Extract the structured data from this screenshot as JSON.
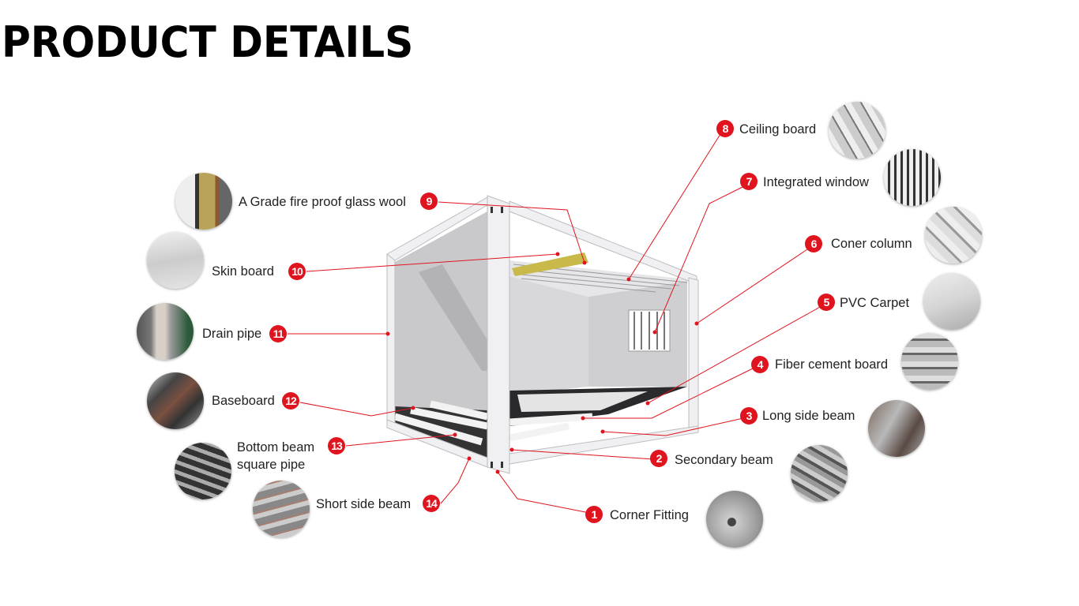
{
  "title": "PRODUCT DETAILS",
  "accent_color": "#e0141e",
  "parts": [
    {
      "num": "1",
      "label": "Corner Fitting"
    },
    {
      "num": "2",
      "label": "Secondary beam"
    },
    {
      "num": "3",
      "label": "Long side beam"
    },
    {
      "num": "4",
      "label": "Fiber cement board"
    },
    {
      "num": "5",
      "label": "PVC Carpet"
    },
    {
      "num": "6",
      "label": "Coner column"
    },
    {
      "num": "7",
      "label": "Integrated window"
    },
    {
      "num": "8",
      "label": "Ceiling board"
    },
    {
      "num": "9",
      "label": "A Grade fire proof glass wool"
    },
    {
      "num": "10",
      "label": "Skin board"
    },
    {
      "num": "11",
      "label": "Drain pipe"
    },
    {
      "num": "12",
      "label": "Baseboard"
    },
    {
      "num": "13",
      "label": "Bottom beam",
      "label2": "square pipe"
    },
    {
      "num": "14",
      "label": "Short side beam"
    }
  ]
}
